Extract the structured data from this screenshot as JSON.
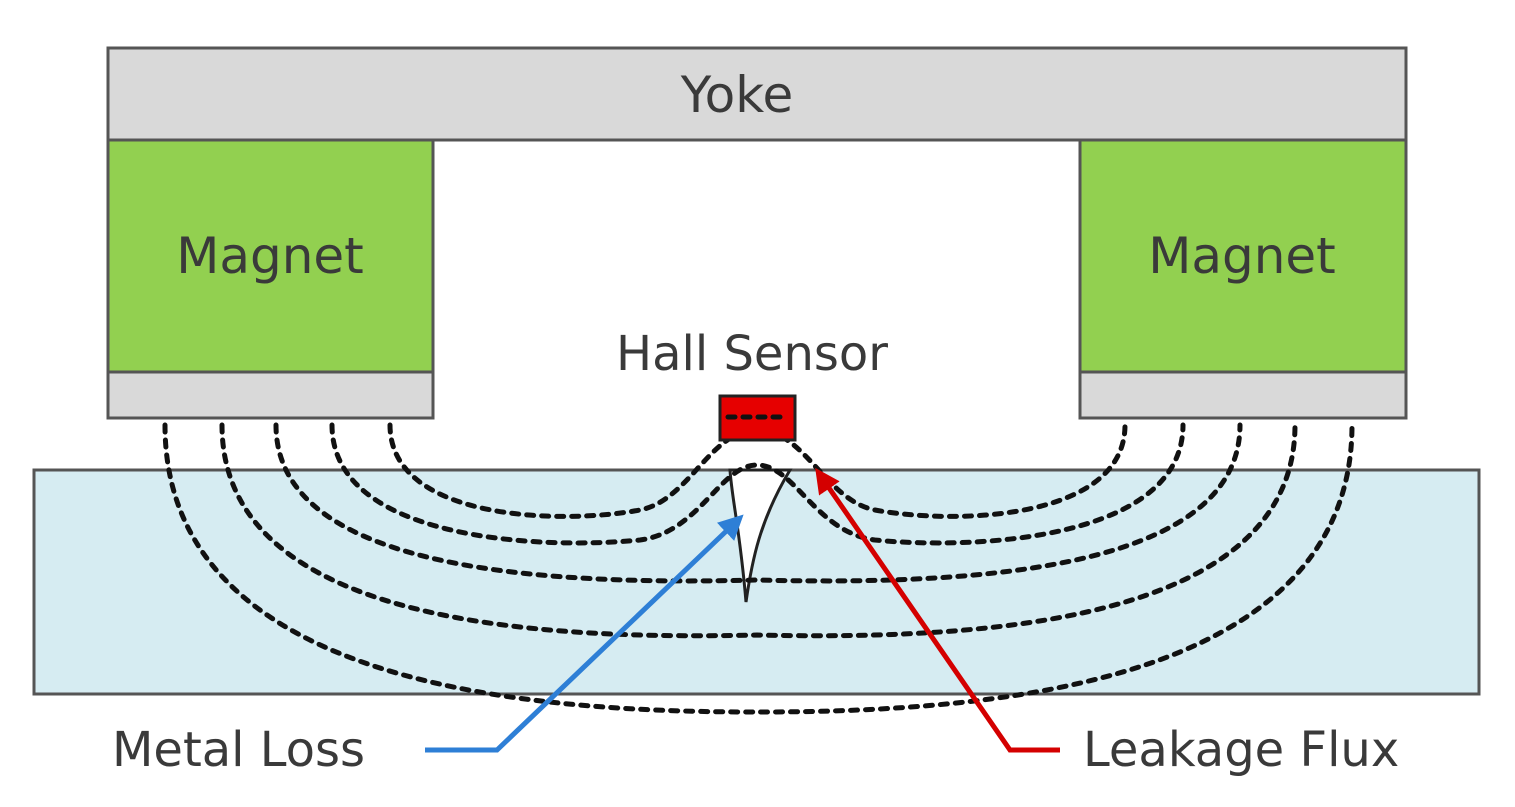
{
  "yoke": {
    "label": "Yoke",
    "color": "#d9d9d9"
  },
  "magnets": [
    {
      "label": "Magnet",
      "color": "#92d050"
    },
    {
      "label": "Magnet",
      "color": "#92d050"
    }
  ],
  "pole_color": "#d9d9d9",
  "specimen_color": "#d6ecf2",
  "hall_sensor": {
    "label": "Hall Sensor",
    "color": "#e60000"
  },
  "metal_loss": {
    "label": "Metal Loss",
    "arrow_color": "#2e7fd6"
  },
  "leakage_flux": {
    "label": "Leakage Flux",
    "arrow_color": "#d40000"
  }
}
